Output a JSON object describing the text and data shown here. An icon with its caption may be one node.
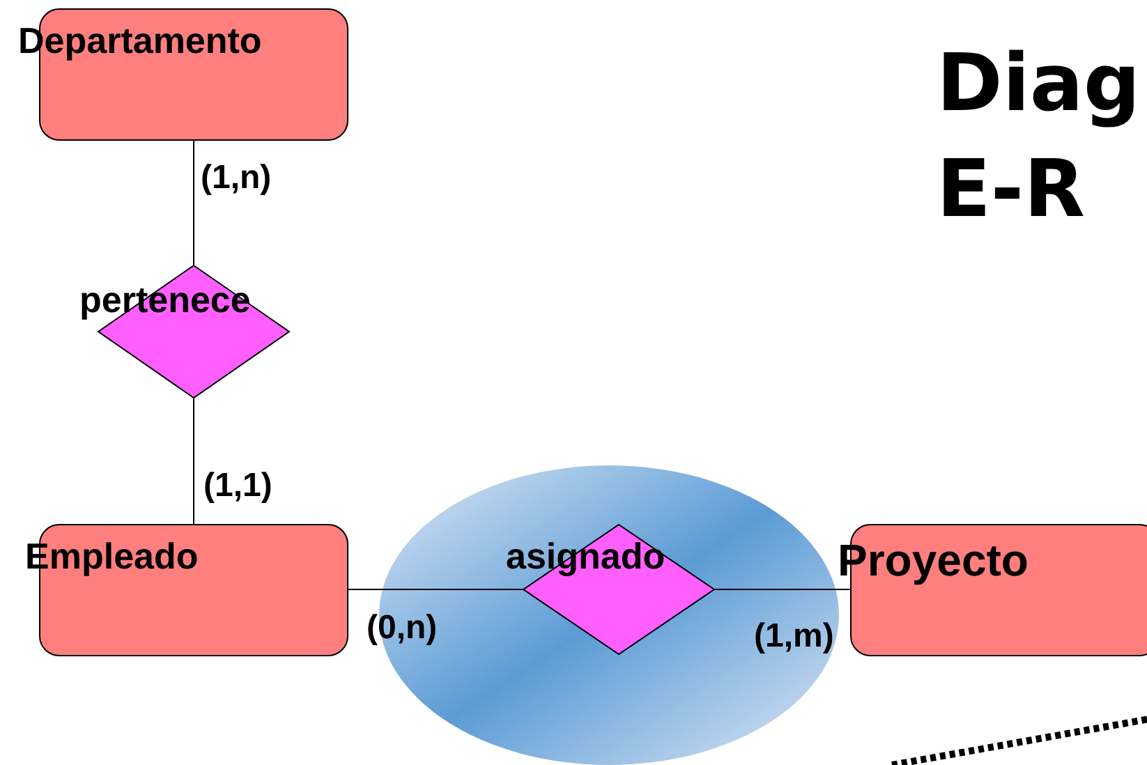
{
  "diagram": {
    "title": "Diag E-R",
    "nodes": [
      {
        "text": [
          "Departamento"
        ]
      },
      {
        "text": [
          "pertenece"
        ]
      },
      {
        "text": [
          "Empleado"
        ]
      },
      {
        "text": [],
        "shape": "ellipse"
      },
      {
        "text": [
          "asignado"
        ],
        "in": 3
      },
      {
        "text": [
          "Proyecto"
        ]
      }
    ],
    "edges": [
      {
        "from": 0,
        "to": 1,
        "arrow": "none",
        "label": "(1,n)"
      },
      {
        "from": 1,
        "to": 2,
        "arrow": "none",
        "label": "(1,1)"
      },
      {
        "from": 2,
        "to": 4,
        "arrow": "none",
        "label": "(0,n)"
      },
      {
        "from": 4,
        "to": 5,
        "arrow": "none",
        "label": "(1,m)"
      }
    ]
  }
}
